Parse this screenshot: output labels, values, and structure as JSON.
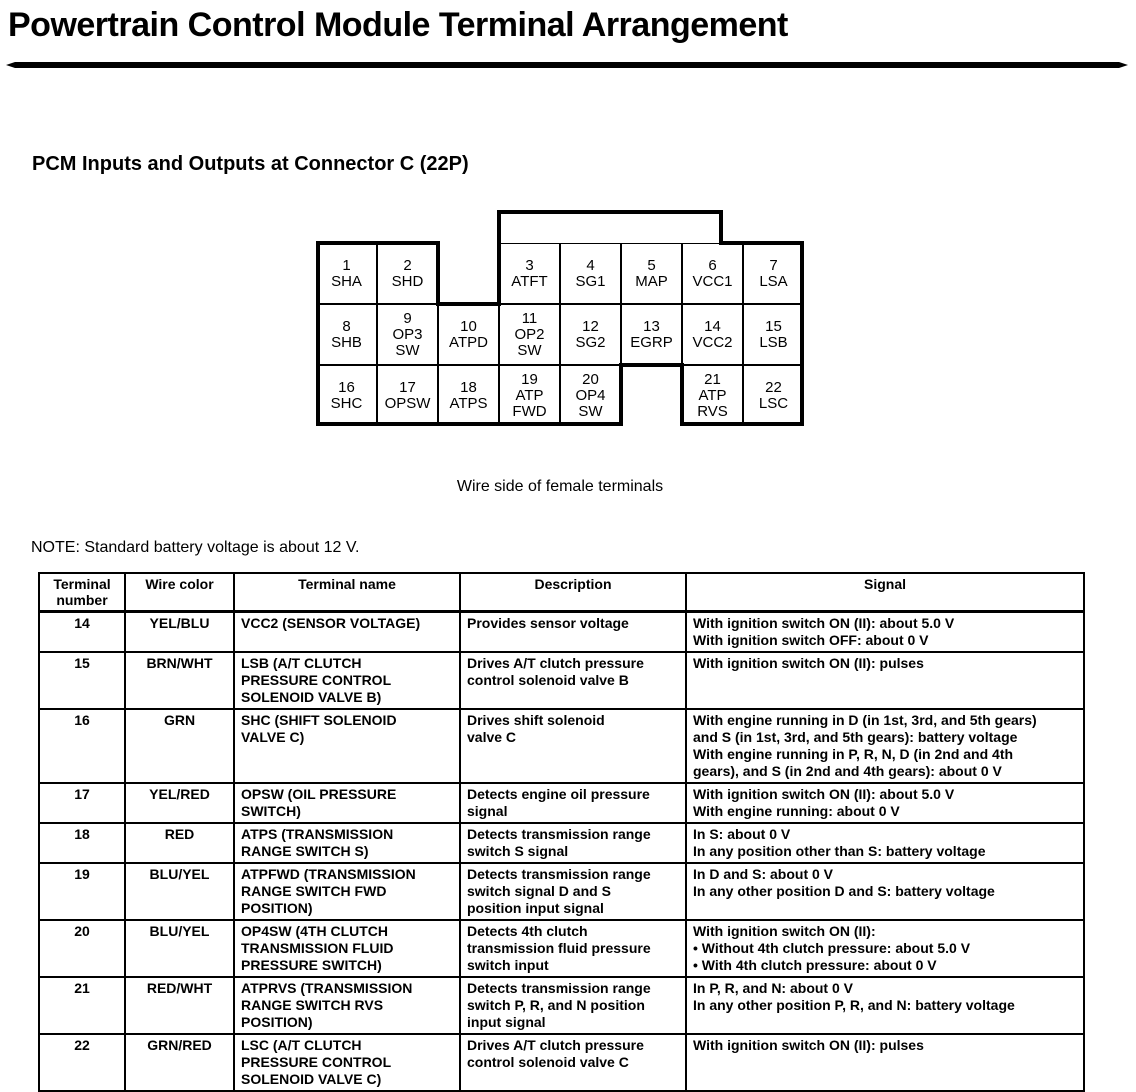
{
  "page": {
    "title": "Powertrain Control Module Terminal Arrangement",
    "section_heading": "PCM Inputs and Outputs at Connector C (22P)",
    "connector_caption": "Wire side of female terminals",
    "note": "NOTE: Standard battery voltage is about 12 V."
  },
  "connector": {
    "cells": [
      {
        "num": "1",
        "label": "SHA"
      },
      {
        "num": "2",
        "label": "SHD"
      },
      {
        "num": "3",
        "label": "ATFT"
      },
      {
        "num": "4",
        "label": "SG1"
      },
      {
        "num": "5",
        "label": "MAP"
      },
      {
        "num": "6",
        "label": "VCC1"
      },
      {
        "num": "7",
        "label": "LSA"
      },
      {
        "num": "8",
        "label": "SHB"
      },
      {
        "num": "9",
        "label": "OP3\nSW"
      },
      {
        "num": "10",
        "label": "ATPD"
      },
      {
        "num": "11",
        "label": "OP2\nSW"
      },
      {
        "num": "12",
        "label": "SG2"
      },
      {
        "num": "13",
        "label": "EGRP"
      },
      {
        "num": "14",
        "label": "VCC2"
      },
      {
        "num": "15",
        "label": "LSB"
      },
      {
        "num": "16",
        "label": "SHC"
      },
      {
        "num": "17",
        "label": "OPSW"
      },
      {
        "num": "18",
        "label": "ATPS"
      },
      {
        "num": "19",
        "label": "ATP\nFWD"
      },
      {
        "num": "20",
        "label": "OP4\nSW"
      },
      {
        "num": "21",
        "label": "ATP\nRVS"
      },
      {
        "num": "22",
        "label": "LSC"
      }
    ]
  },
  "table": {
    "headers": [
      "Terminal number",
      "Wire color",
      "Terminal name",
      "Description",
      "Signal"
    ],
    "rows": [
      {
        "terminal": "14",
        "wire_color": "YEL/BLU",
        "terminal_name": "VCC2 (SENSOR VOLTAGE)",
        "description": "Provides sensor voltage",
        "signal": "With ignition switch ON (II): about 5.0 V\nWith ignition switch OFF: about 0 V"
      },
      {
        "terminal": "15",
        "wire_color": "BRN/WHT",
        "terminal_name": "LSB (A/T CLUTCH\nPRESSURE CONTROL\nSOLENOID VALVE B)",
        "description": "Drives A/T clutch pressure\ncontrol solenoid valve B",
        "signal": "With ignition switch ON (II): pulses"
      },
      {
        "terminal": "16",
        "wire_color": "GRN",
        "terminal_name": "SHC (SHIFT SOLENOID\nVALVE C)",
        "description": "Drives shift solenoid\nvalve C",
        "signal": "With engine running in D (in 1st, 3rd, and 5th gears)\nand S (in 1st, 3rd, and 5th gears): battery voltage\nWith engine running in P, R, N, D (in 2nd and 4th\ngears), and S (in 2nd and 4th gears): about 0 V"
      },
      {
        "terminal": "17",
        "wire_color": "YEL/RED",
        "terminal_name": "OPSW (OIL PRESSURE\nSWITCH)",
        "description": "Detects engine oil pressure\nsignal",
        "signal": "With ignition switch ON (II): about 5.0 V\nWith engine running: about 0 V"
      },
      {
        "terminal": "18",
        "wire_color": "RED",
        "terminal_name": "ATPS (TRANSMISSION\nRANGE SWITCH S)",
        "description": "Detects transmission range\nswitch S signal",
        "signal": "In S: about 0 V\nIn any position other than S: battery voltage"
      },
      {
        "terminal": "19",
        "wire_color": "BLU/YEL",
        "terminal_name": "ATPFWD (TRANSMISSION\nRANGE SWITCH FWD\nPOSITION)",
        "description": "Detects transmission range\nswitch signal D and S\nposition input signal",
        "signal": "In D and S: about 0 V\nIn any other position D and S: battery voltage"
      },
      {
        "terminal": "20",
        "wire_color": "BLU/YEL",
        "terminal_name": "OP4SW (4TH CLUTCH\nTRANSMISSION FLUID\nPRESSURE SWITCH)",
        "description": "Detects 4th clutch\ntransmission fluid pressure\nswitch input",
        "signal": "With ignition switch ON (II):\n•  Without 4th clutch pressure: about 5.0 V\n•  With 4th clutch pressure: about 0 V"
      },
      {
        "terminal": "21",
        "wire_color": "RED/WHT",
        "terminal_name": "ATPRVS (TRANSMISSION\nRANGE SWITCH RVS\nPOSITION)",
        "description": "Detects transmission range\nswitch P, R, and N position\ninput signal",
        "signal": "In P, R, and N: about 0 V\nIn any other position P, R, and N: battery voltage"
      },
      {
        "terminal": "22",
        "wire_color": "GRN/RED",
        "terminal_name": "LSC (A/T CLUTCH\nPRESSURE CONTROL\nSOLENOID VALVE C)",
        "description": "Drives A/T clutch pressure\ncontrol solenoid valve C",
        "signal": "With ignition switch ON (II): pulses"
      }
    ]
  }
}
